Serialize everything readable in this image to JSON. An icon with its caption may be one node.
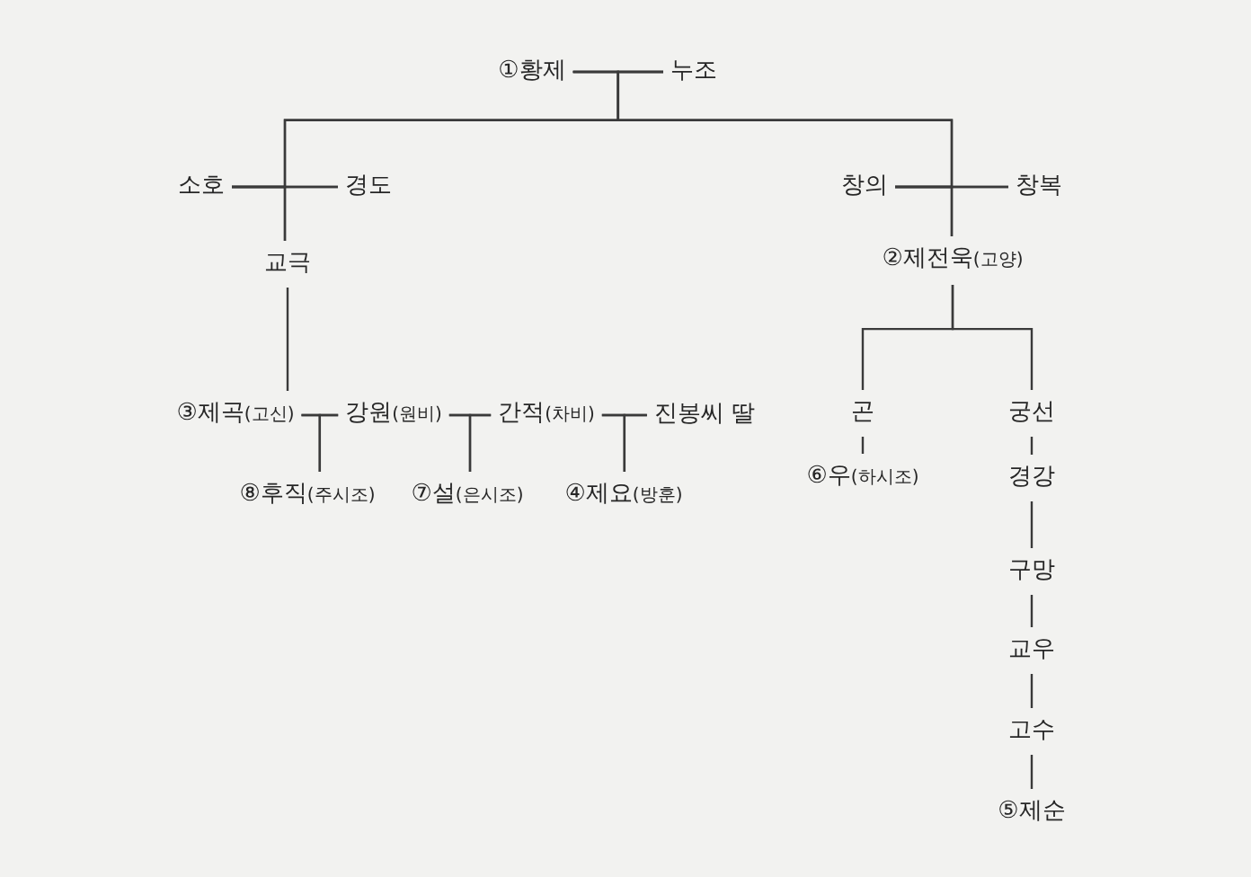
{
  "diagram": {
    "nodes": [
      {
        "text": [
          "①황제"
        ]
      },
      {
        "text": [
          "누조"
        ]
      },
      {
        "text": [
          "소호"
        ]
      },
      {
        "text": [
          "경도"
        ]
      },
      {
        "text": [
          "창의"
        ]
      },
      {
        "text": [
          "창복"
        ]
      },
      {
        "text": [
          "교극"
        ]
      },
      {
        "text": [
          "②제전욱",
          "(고양)"
        ]
      },
      {
        "text": [
          "③제곡",
          "(고신)"
        ]
      },
      {
        "text": [
          "강원",
          "(원비)"
        ]
      },
      {
        "text": [
          "간적",
          "(차비)"
        ]
      },
      {
        "text": [
          "진봉씨 딸"
        ]
      },
      {
        "text": [
          "곤"
        ]
      },
      {
        "text": [
          "궁선"
        ]
      },
      {
        "text": [
          "⑧후직",
          "(주시조)"
        ]
      },
      {
        "text": [
          "⑦설",
          "(은시조)"
        ]
      },
      {
        "text": [
          "④제요",
          "(방훈)"
        ]
      },
      {
        "text": [
          "⑥우",
          "(하시조)"
        ]
      },
      {
        "text": [
          "경강"
        ]
      },
      {
        "text": [
          "구망"
        ]
      },
      {
        "text": [
          "교우"
        ]
      },
      {
        "text": [
          "고수"
        ]
      },
      {
        "text": [
          "⑤제순"
        ]
      }
    ],
    "edges": [
      {
        "from": 0,
        "to": 1,
        "arrow": "none"
      },
      {
        "from": 0,
        "to": 2,
        "arrow": "none"
      },
      {
        "from": 1,
        "to": 2,
        "arrow": "none"
      },
      {
        "from": 0,
        "to": 4,
        "arrow": "none"
      },
      {
        "from": 1,
        "to": 4,
        "arrow": "none"
      },
      {
        "from": 2,
        "to": 3,
        "arrow": "none"
      },
      {
        "from": 2,
        "to": 6,
        "arrow": "none"
      },
      {
        "from": 3,
        "to": 6,
        "arrow": "none"
      },
      {
        "from": 4,
        "to": 5,
        "arrow": "none"
      },
      {
        "from": 4,
        "to": 7,
        "arrow": "none"
      },
      {
        "from": 5,
        "to": 7,
        "arrow": "none"
      },
      {
        "from": 6,
        "to": 8,
        "arrow": "none"
      },
      {
        "from": 7,
        "to": 12,
        "arrow": "none"
      },
      {
        "from": 7,
        "to": 13,
        "arrow": "none"
      },
      {
        "from": 8,
        "to": 9,
        "arrow": "none"
      },
      {
        "from": 9,
        "to": 10,
        "arrow": "none"
      },
      {
        "from": 10,
        "to": 11,
        "arrow": "none"
      },
      {
        "from": 8,
        "to": 14,
        "arrow": "none"
      },
      {
        "from": 9,
        "to": 14,
        "arrow": "none"
      },
      {
        "from": 9,
        "to": 15,
        "arrow": "none"
      },
      {
        "from": 10,
        "to": 15,
        "arrow": "none"
      },
      {
        "from": 10,
        "to": 16,
        "arrow": "none"
      },
      {
        "from": 11,
        "to": 16,
        "arrow": "none"
      },
      {
        "from": 12,
        "to": 17,
        "arrow": "none"
      },
      {
        "from": 13,
        "to": 18,
        "arrow": "none"
      },
      {
        "from": 18,
        "to": 19,
        "arrow": "none"
      },
      {
        "from": 19,
        "to": 20,
        "arrow": "none"
      },
      {
        "from": 20,
        "to": 21,
        "arrow": "none"
      },
      {
        "from": 21,
        "to": 22,
        "arrow": "none"
      }
    ]
  }
}
